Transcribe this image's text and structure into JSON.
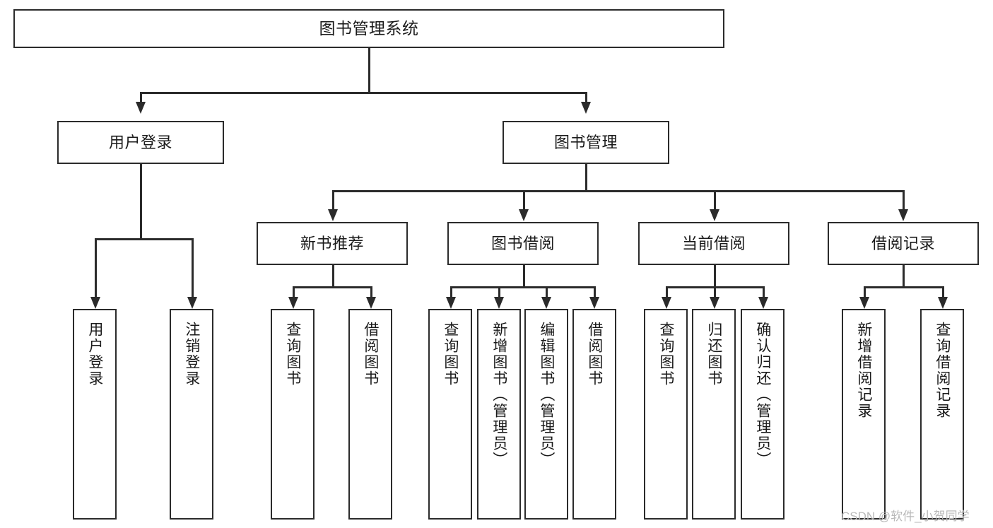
{
  "diagram": {
    "title": "图书管理系统",
    "type": "hierarchy-tree",
    "root": {
      "label": "图书管理系统"
    },
    "level2": [
      {
        "label": "用户登录"
      },
      {
        "label": "图书管理"
      }
    ],
    "level3": [
      {
        "label": "新书推荐"
      },
      {
        "label": "图书借阅"
      },
      {
        "label": "当前借阅"
      },
      {
        "label": "借阅记录"
      }
    ],
    "leaves": {
      "user_login": [
        {
          "label": "用户登录"
        },
        {
          "label": "注销登录"
        }
      ],
      "new_book": [
        {
          "label": "查询图书"
        },
        {
          "label": "借阅图书"
        }
      ],
      "book_borrow": [
        {
          "label": "查询图书"
        },
        {
          "label": "新增图书（管理员）"
        },
        {
          "label": "编辑图书（管理员）"
        },
        {
          "label": "借阅图书"
        }
      ],
      "current_borrow": [
        {
          "label": "查询图书"
        },
        {
          "label": "归还图书"
        },
        {
          "label": "确认归还（管理员）"
        }
      ],
      "borrow_record": [
        {
          "label": "新增借阅记录"
        },
        {
          "label": "查询借阅记录"
        }
      ]
    }
  },
  "watermark": {
    "text": "CSDN @软件_小贺同学"
  },
  "colors": {
    "stroke": "#2b2b2b",
    "fill": "#ffffff",
    "text": "#1a1a1a",
    "watermark": "#b9b9b9"
  }
}
